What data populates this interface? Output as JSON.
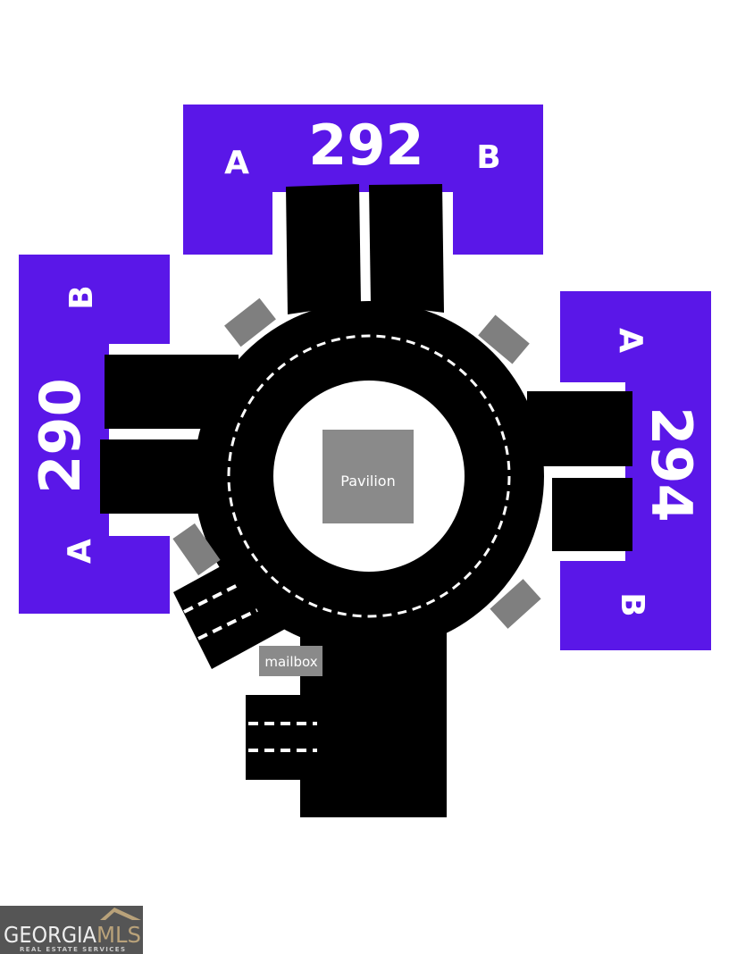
{
  "buildings": [
    {
      "number": "292",
      "sides": {
        "a": "A",
        "b": "B"
      }
    },
    {
      "number": "290",
      "sides": {
        "a": "A",
        "b": "B"
      }
    },
    {
      "number": "294",
      "sides": {
        "a": "A",
        "b": "B"
      }
    }
  ],
  "pavilion_label": "Pavilion",
  "mailbox_label": "mailbox",
  "logo": {
    "name": "GEORGIA",
    "accent": "MLS",
    "tagline": "REAL ESTATE SERVICES"
  },
  "colors": {
    "building": "#5a17e8",
    "road": "#000000",
    "feature": "#808080"
  }
}
